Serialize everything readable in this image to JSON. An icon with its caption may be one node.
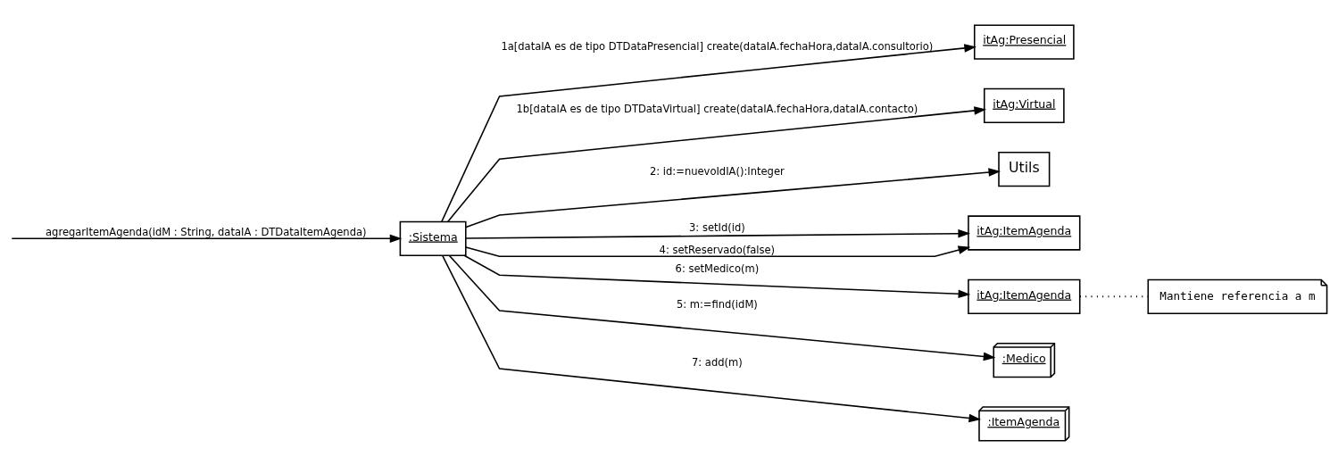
{
  "diagram": {
    "nodes": [
      {
        "text": [
          ":Sistema"
        ]
      },
      {
        "text": [
          "itAg:Presencial"
        ]
      },
      {
        "text": [
          "itAg:Virtual"
        ]
      },
      {
        "text": [
          "Utils"
        ]
      },
      {
        "text": [
          "itAg:ItemAgenda"
        ]
      },
      {
        "text": [
          "itAg:ItemAgenda"
        ]
      },
      {
        "text": [
          ":Medico"
        ]
      },
      {
        "text": [
          ":ItemAgenda"
        ]
      },
      {
        "text": [
          "Mantiene referencia a m"
        ]
      }
    ],
    "edges": [
      {
        "from": null,
        "to": 0,
        "arrow": "to",
        "label": "agregarItemAgenda(idM : String, dataIA : DTDataItemAgenda)"
      },
      {
        "from": 0,
        "to": 1,
        "arrow": "to",
        "label": "1a[dataIA es de tipo DTDataPresencial] create(dataIA.fechaHora,dataIA.consultorio)"
      },
      {
        "from": 0,
        "to": 2,
        "arrow": "to",
        "label": "1b[dataIA es de tipo DTDataVirtual] create(dataIA.fechaHora,dataIA.contacto)"
      },
      {
        "from": 0,
        "to": 3,
        "arrow": "to",
        "label": "2: id:=nuevoIdIA():Integer"
      },
      {
        "from": 0,
        "to": 4,
        "arrow": "to",
        "label": "3: setId(id)"
      },
      {
        "from": 0,
        "to": 4,
        "arrow": "to",
        "label": "4: setReservado(false)"
      },
      {
        "from": 0,
        "to": 6,
        "arrow": "to",
        "label": "5: m:=find(idM)"
      },
      {
        "from": 0,
        "to": 5,
        "arrow": "to",
        "label": "6: setMedico(m)"
      },
      {
        "from": 0,
        "to": 7,
        "arrow": "to",
        "label": "7: add(m)"
      },
      {
        "from": 5,
        "to": 8,
        "arrow": "none",
        "style": "dashed"
      }
    ]
  }
}
